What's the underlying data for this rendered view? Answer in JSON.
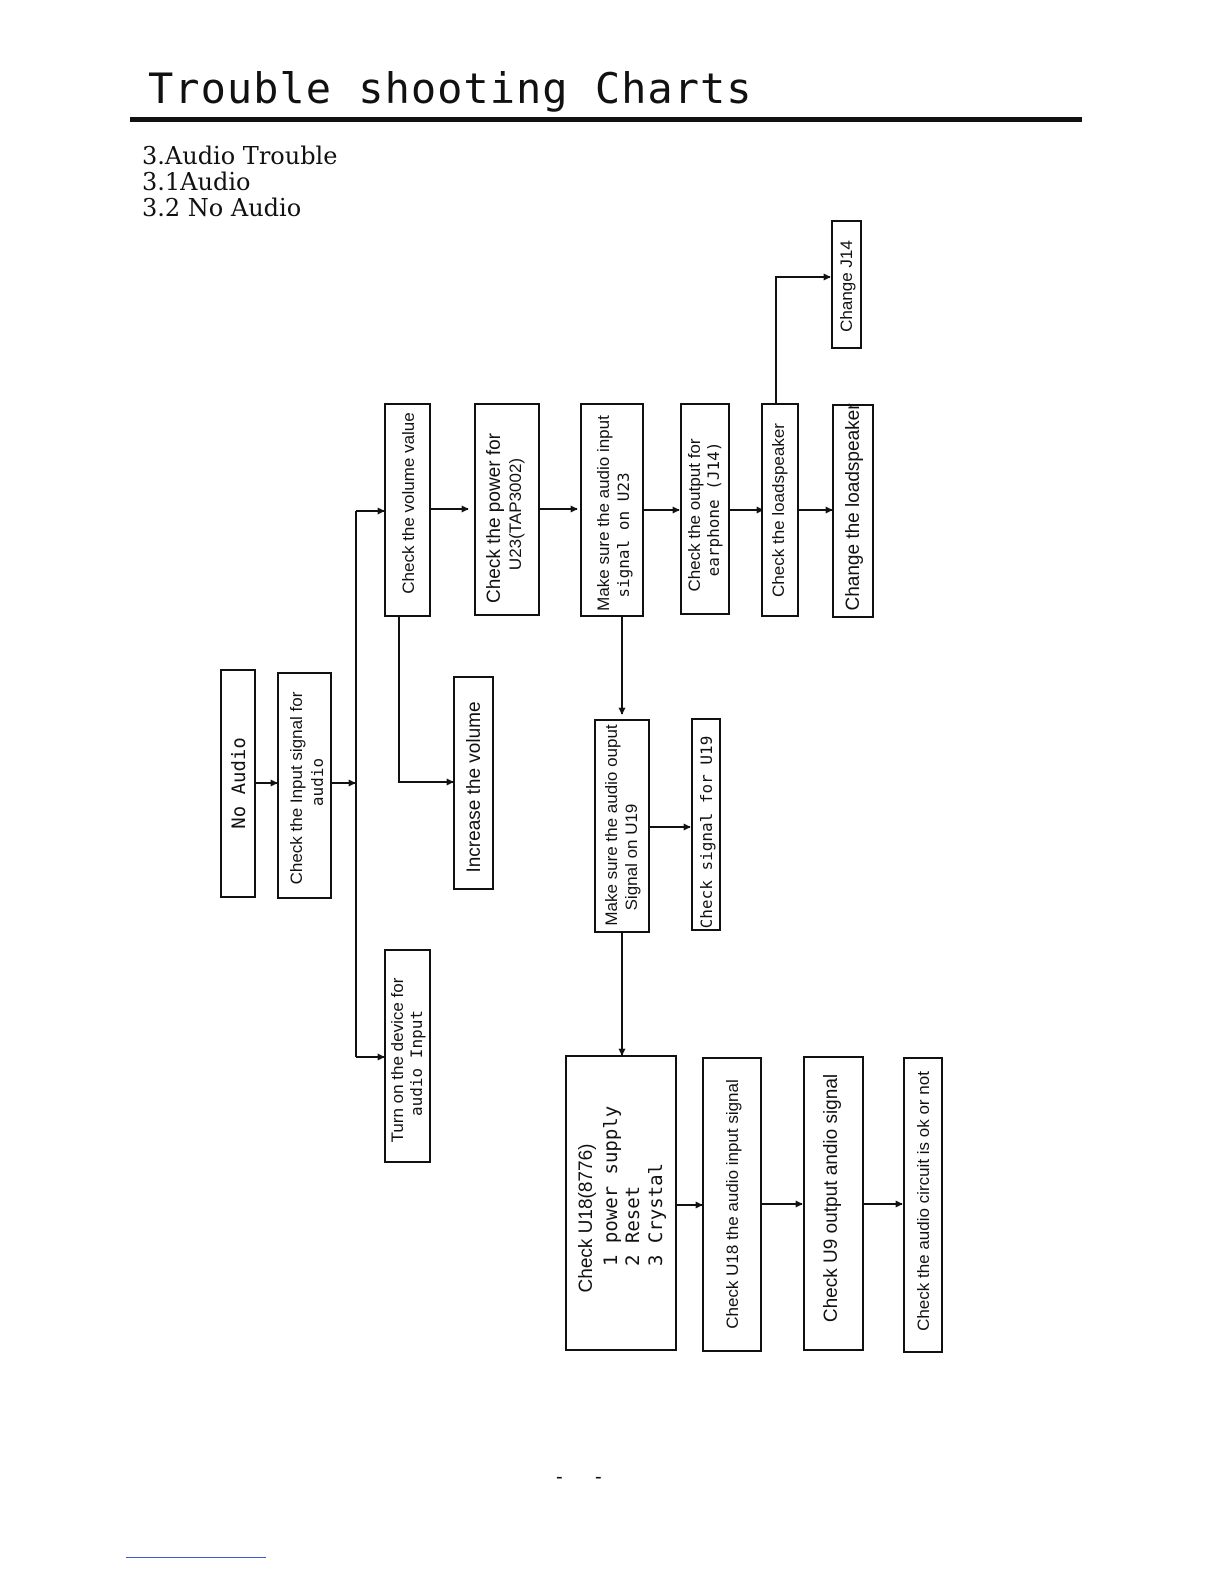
{
  "page": {
    "title": "Trouble shooting Charts",
    "headings": [
      "3.Audio Trouble",
      "3.1Audio",
      "3.2 No Audio"
    ],
    "footer_left": "-",
    "footer_right": "-"
  },
  "nodes": {
    "no_audio": [
      "No Audio"
    ],
    "check_input": [
      "Check the Input signal for",
      "audio"
    ],
    "turn_on_device": [
      "Turn on the device for",
      "audio Input"
    ],
    "check_volume": [
      "Check the volume value"
    ],
    "increase_volume": [
      "Increase the volume"
    ],
    "check_power": [
      "Check the power for",
      "U23(TAP3002)"
    ],
    "make_sure_input": [
      "Make sure the audio input",
      "signal on U23"
    ],
    "check_output": [
      "Check the output for",
      "earphone (J14)"
    ],
    "check_loudspeaker": [
      "Check the loadspeaker"
    ],
    "change_j14": [
      "Change J14"
    ],
    "change_loudspeaker": [
      "Change the loadspeaker"
    ],
    "make_sure_output": [
      "Make sure the audio ouput",
      "Signal on U19"
    ],
    "check_u19": [
      "Check signal for U19"
    ],
    "check_u18": [
      "Check U18(8776)",
      "1 power supply",
      "2 Reset",
      "3 Crystal"
    ],
    "check_u18_input": [
      "Check U18 the audio input signal"
    ],
    "check_u9": [
      "Check U9 output andio signal"
    ],
    "check_circuit": [
      "Check the audio circuit is ok or not"
    ]
  }
}
